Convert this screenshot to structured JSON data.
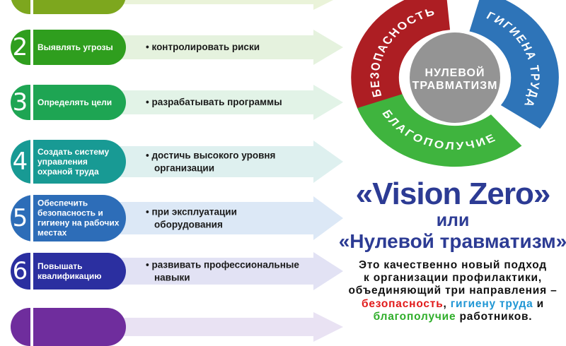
{
  "rows": [
    {
      "number": "",
      "label": "",
      "bullet": "",
      "pill_color": "#7da71e",
      "tint_color": "#eaf3d9"
    },
    {
      "number": "2",
      "label": "Выявлять угрозы",
      "bullet": "контролировать риски",
      "pill_color": "#2f9e1e",
      "tint_color": "#e5f2de"
    },
    {
      "number": "3",
      "label": "Определять цели",
      "bullet": "разрабатывать программы",
      "pill_color": "#1ea553",
      "tint_color": "#e2f3e7"
    },
    {
      "number": "4",
      "label": "Создать систему\nуправления\nохраной труда",
      "bullet": "достичь высокого уровня\nорганизации",
      "pill_color": "#189a94",
      "tint_color": "#def0ef"
    },
    {
      "number": "5",
      "label": "Обеспечить\nбезопасность и\nгигиену на рабочих\nместах",
      "bullet": "при эксплуатации\nоборудования",
      "pill_color": "#2d6db8",
      "tint_color": "#dce8f6"
    },
    {
      "number": "6",
      "label": "Повышать\nквалификацию",
      "bullet": "развивать профессиональные\nнавыки",
      "pill_color": "#2b2fa0",
      "tint_color": "#e2e2f4"
    },
    {
      "number": "",
      "label": "",
      "bullet": "",
      "pill_color": "#6f2d9d",
      "tint_color": "#e9e2f3"
    }
  ],
  "diagram": {
    "center_line1": "НУЛЕВОЙ",
    "center_line2": "ТРАВМАТИЗМ",
    "center_color": "#949494",
    "segments": [
      {
        "label": "БЕЗОПАСНОСТЬ",
        "color": "#ad1e23"
      },
      {
        "label": "ГИГИЕНА ТРУДА",
        "color": "#2e74b8"
      },
      {
        "label": "БЛАГОПОЛУЧИЕ",
        "color": "#3fb43e"
      }
    ]
  },
  "headline": {
    "title": "«Vision Zero»",
    "connector": "или",
    "subtitle": "«Нулевой травматизм»",
    "color": "#2c3b94"
  },
  "description": {
    "lines": [
      [
        {
          "text": "Это качественно новый подход",
          "color": "#111111"
        }
      ],
      [
        {
          "text": "к организации профилактики,",
          "color": "#111111"
        }
      ],
      [
        {
          "text": "объединяющий три направления –",
          "color": "#111111"
        }
      ],
      [
        {
          "text": "безопасность",
          "color": "#e11a1a"
        },
        {
          "text": ", ",
          "color": "#111111"
        },
        {
          "text": "гигиену труда",
          "color": "#1f96d4"
        },
        {
          "text": " и",
          "color": "#111111"
        }
      ],
      [
        {
          "text": "благополучие",
          "color": "#2fae2a"
        },
        {
          "text": " работников.",
          "color": "#111111"
        }
      ]
    ]
  }
}
